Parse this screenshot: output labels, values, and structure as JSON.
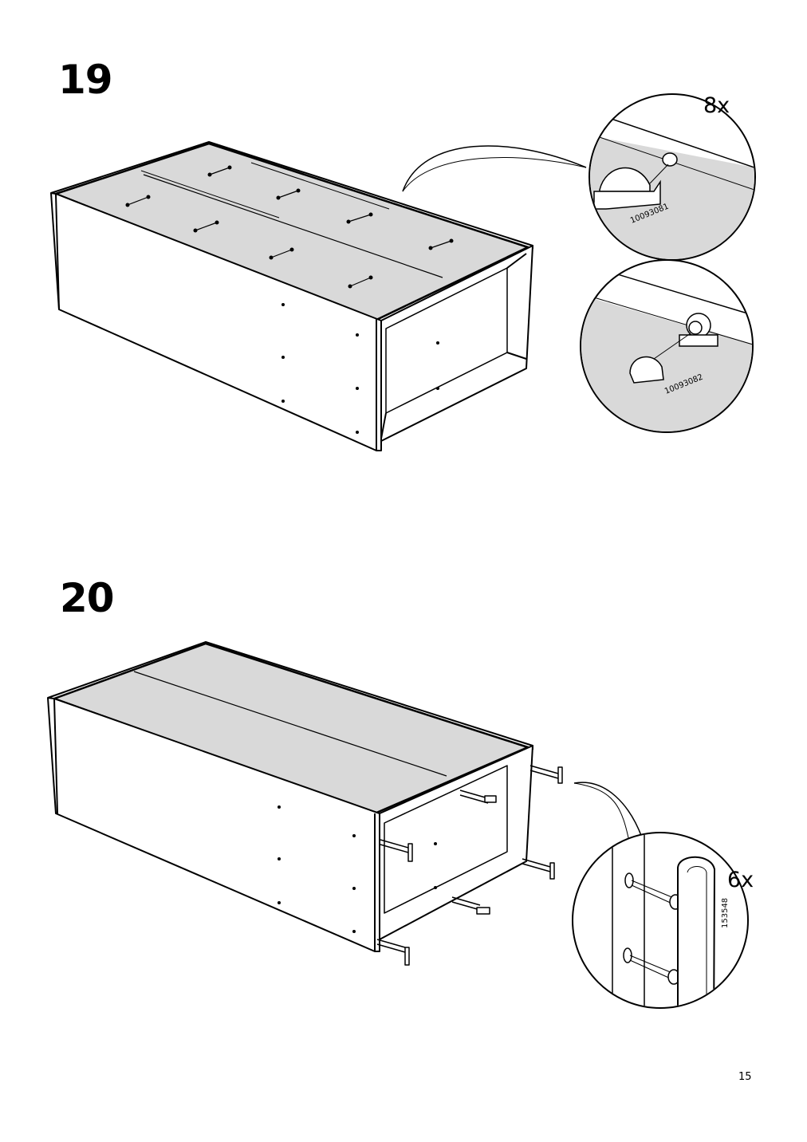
{
  "page": {
    "number": "15"
  },
  "steps": [
    {
      "number": "19",
      "details": [
        {
          "quantity": "8x",
          "part_number": "10093081"
        },
        {
          "quantity": "",
          "part_number": "10093082"
        }
      ]
    },
    {
      "number": "20",
      "details": [
        {
          "quantity": "6x",
          "part_number": "153548"
        }
      ]
    }
  ]
}
